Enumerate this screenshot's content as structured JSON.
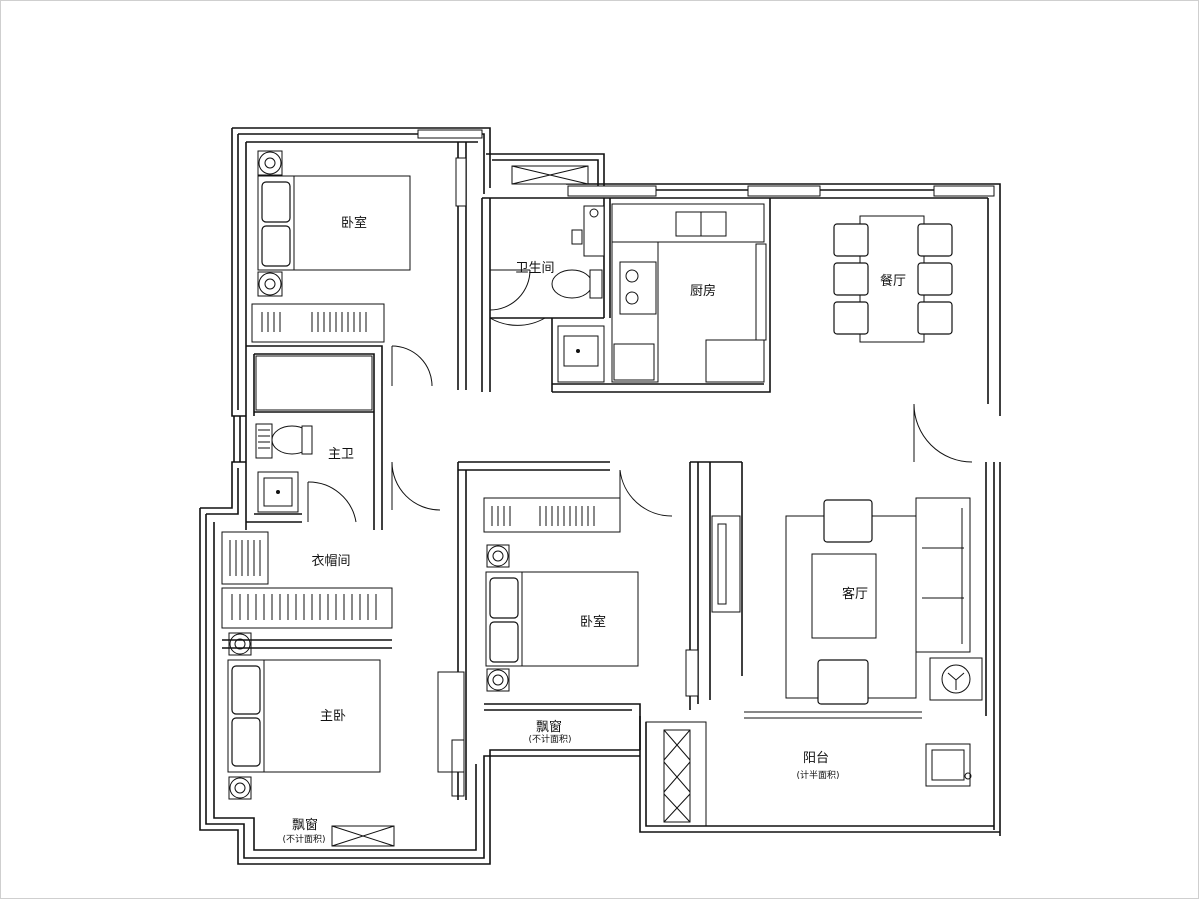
{
  "rooms": {
    "bedroom_top": "卧室",
    "bathroom": "卫生间",
    "kitchen": "厨房",
    "dining": "餐厅",
    "master_bath": "主卫",
    "closet": "衣帽间",
    "bedroom_middle": "卧室",
    "living": "客厅",
    "master_bedroom": "主卧",
    "bay_window_middle": "飘窗",
    "bay_window_bottom": "飘窗",
    "balcony": "阳台"
  },
  "notes": {
    "bay_middle": "(不计面积)",
    "bay_bottom": "(不计面积)",
    "balcony": "(计半面积)"
  }
}
